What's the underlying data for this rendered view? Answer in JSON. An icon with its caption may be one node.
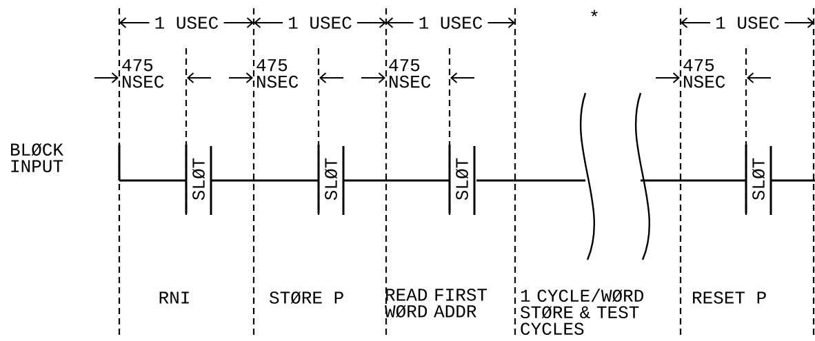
{
  "diagram": {
    "labels": [
      "1 USEC",
      "1 USEC",
      "1 USEC",
      "*",
      "1 USEC",
      "475 NSEC",
      "475 NSEC",
      "475 NSEC",
      "475 NSEC",
      "BLØCK INPUT",
      "SLØT",
      "SLØT",
      "SLØT",
      "SLØT",
      "RNI",
      "STØRE P",
      "READ FIRST WØRD ADDR",
      "1 CYCLE/WØRD STØRE & TEST CYCLES",
      "RESET P"
    ]
  }
}
